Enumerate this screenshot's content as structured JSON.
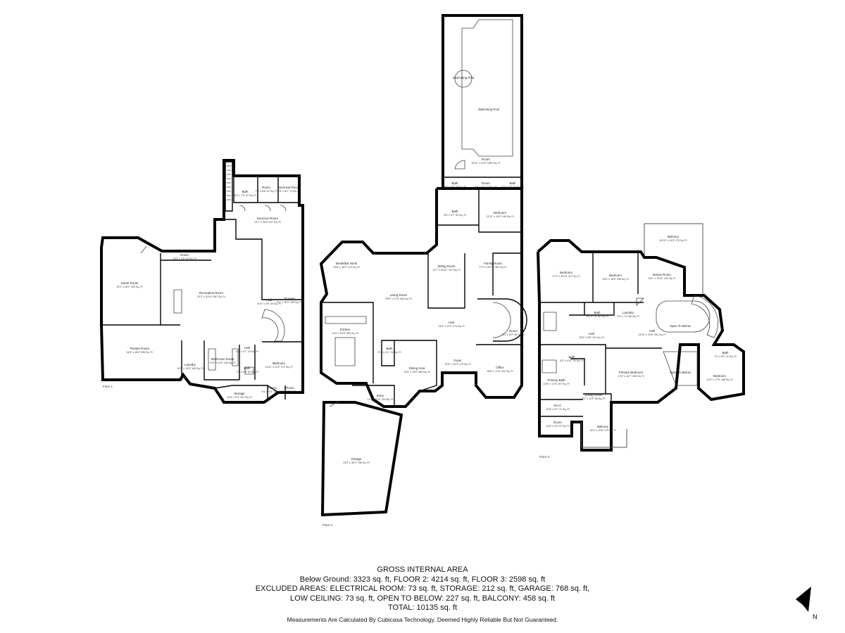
{
  "floors": [
    {
      "label": "Floor 1",
      "rooms": [
        {
          "name": "Game Room",
          "dims": "19'1\" x 26'1\" 493 Sq. Ft"
        },
        {
          "name": "Theatre Room",
          "dims": "24'5\" x 16'6\" 398 Sq. Ft"
        },
        {
          "name": "Recreation Room",
          "dims": "32'1\" x 33'10\" 867 Sq. Ft"
        },
        {
          "name": "Exercise Room",
          "dims": "24'7\" x 30'5\" 517 Sq. Ft"
        },
        {
          "name": "Room",
          "dims": "19'3\" x 2'6\" 43 Sq. Ft"
        },
        {
          "name": "Room",
          "dims": "7'6\" x 8'6\" 67 Sq. Ft"
        },
        {
          "name": "Electrical Room",
          "dims": "8'5\" x 8'1\" 73 Sq. Ft"
        },
        {
          "name": "Bath",
          "dims": "6'0\" x 7'5\" 47 Sq. Ft"
        },
        {
          "name": "Hall",
          "dims": "5'10\" x 3'9\" 20 Sq. Ft"
        },
        {
          "name": "Storage",
          "dims": "9'1\" x 10'0\" 105 Sq. Ft"
        },
        {
          "name": "Laundry",
          "dims": "10'5\" x 14'5\" 165 Sq. Ft"
        },
        {
          "name": "Workroom Room",
          "dims": "10'4\" x 11'0\" 109 Sq. Ft"
        },
        {
          "name": "Hall",
          "dims": "4'7\" x 3'7\" 15 Sq. Ft"
        },
        {
          "name": "Bath",
          "dims": "7'5\" x 9'8\" 64 Sq. Ft"
        },
        {
          "name": "Bedroom",
          "dims": "13'11\" x 12'3\" 171 Sq. Ft"
        },
        {
          "name": "Storage",
          "dims": "15'4\" x 9'4\" 107 Sq. Ft"
        },
        {
          "name": "Room",
          "dims": "4'4\" x 3'3\" 14 Sq. Ft"
        },
        {
          "name": "Room",
          "dims": "4'3\" x 3'3\" 13 Sq. Ft"
        }
      ]
    },
    {
      "label": "Floor 2",
      "rooms": [
        {
          "name": "Swimming Pool",
          "dims": ""
        },
        {
          "name": "Swimming Pool",
          "dims": ""
        },
        {
          "name": "Room",
          "dims": "34'11\" x 31'9\" 1087 Sq. Ft"
        },
        {
          "name": "Bath",
          "dims": "5'5\" x 8'6\" 46 Sq. Ft"
        },
        {
          "name": "Room",
          "dims": "6'5\" x 5'1\" 33 Sq. Ft"
        },
        {
          "name": "Bath",
          "dims": "9'3\" x 5'3\" 44 Sq. Ft"
        },
        {
          "name": "Bath",
          "dims": "5'5\" x 4'7\" 25 Sq. Ft"
        },
        {
          "name": "Bedroom",
          "dims": "13'11\" x 10'9\" 149 Sq. Ft"
        },
        {
          "name": "Breakfast Nook",
          "dims": "15'6\" x 16'3\" 213 Sq. Ft"
        },
        {
          "name": "Living Room",
          "dims": "28'9\" x 27'4\" 944 Sq. Ft"
        },
        {
          "name": "Sitting Room",
          "dims": "12'7\" x 28'11\" 327 Sq. Ft"
        },
        {
          "name": "Family Room",
          "dims": "17'2\" x 20'10\" 361 Sq. Ft"
        },
        {
          "name": "Kitchen",
          "dims": "21'0\" x 29'9\" 450 Sq. Ft"
        },
        {
          "name": "Hall",
          "dims": "24'9\" x 12'3\" 274 Sq. Ft"
        },
        {
          "name": "Room",
          "dims": "6'1\" x 6'4\" 35 Sq. Ft"
        },
        {
          "name": "Bath",
          "dims": "5'1\" x 4'11\" 23 Sq. Ft"
        },
        {
          "name": "Dining Area",
          "dims": "14'5\" x 19'6\" 260 Sq. Ft"
        },
        {
          "name": "Foyer",
          "dims": "13'9\" x 15'0\" 179 Sq. Ft"
        },
        {
          "name": "Office",
          "dims": "16'6\" x 17'5\" 224 Sq. Ft"
        },
        {
          "name": "Entry",
          "dims": "14'3\" x 9'11\" 118 Sq. Ft"
        },
        {
          "name": "Garage",
          "dims": "24'3\" x 35'9\" 768 Sq. Ft"
        }
      ]
    },
    {
      "label": "Floor 3",
      "rooms": [
        {
          "name": "Balcony",
          "dims": "16'10\" x 24'0\" 279 Sq. Ft"
        },
        {
          "name": "Bedroom",
          "dims": "17'3\" x 20'10\" 317 Sq. Ft"
        },
        {
          "name": "Bedroom",
          "dims": "14'6\" x 16'5\" 208 Sq. Ft"
        },
        {
          "name": "Bonus Room",
          "dims": "14'2\" x 13'11\" 192 Sq. Ft"
        },
        {
          "name": "Bath",
          "dims": "9'6\" x 7'4\" 62 Sq. Ft"
        },
        {
          "name": "Laundry",
          "dims": "9'4\" x 7'4\" 66 Sq. Ft"
        },
        {
          "name": "Hall",
          "dims": "24'0\" x 5'6\" 131 Sq. Ft"
        },
        {
          "name": "Hall",
          "dims": "14'10\" x 19'6\" 251 Sq. Ft"
        },
        {
          "name": "Open To Below",
          "dims": ""
        },
        {
          "name": "Bath",
          "dims": "8'3\" x 4'11\" 31 Sq. Ft"
        },
        {
          "name": "Primary Bath",
          "dims": "12'8\" x 17'8\" 207 Sq. Ft"
        },
        {
          "name": "Primary Bedroom",
          "dims": "17'6\" x 16'7\" 269 Sq. Ft"
        },
        {
          "name": "Open To Below",
          "dims": ""
        },
        {
          "name": "Bath",
          "dims": "7'1\" x 5'1\" 41 Sq. Ft"
        },
        {
          "name": "Bedroom",
          "dims": "14'6\" x 17'5\" 188 Sq. Ft"
        },
        {
          "name": "Sitting Room",
          "dims": "9'1\" x 11'9\" 98 Sq. Ft"
        },
        {
          "name": "W.I.C",
          "dims": "12'8\" x 5'7\" 71 Sq. Ft"
        },
        {
          "name": "Room",
          "dims": "12'8\" x 4'6\" 57 Sq. Ft"
        },
        {
          "name": "Balcony",
          "dims": "14'0\" x 15'6\" 179 Sq. Ft"
        }
      ]
    }
  ],
  "summary": {
    "title": "GROSS INTERNAL AREA",
    "line1": "Below Ground: 3323 sq. ft, FLOOR 2: 4214 sq. ft, FLOOR 3: 2598 sq. ft",
    "line2": "EXCLUDED AREAS: ELECTRICAL ROOM: 73 sq. ft, STORAGE: 212 sq. ft, GARAGE: 768 sq. ft,",
    "line3": "LOW CEILING: 73 sq. ft, OPEN TO BELOW: 227 sq. ft, BALCONY: 458 sq. ft",
    "line4": "TOTAL: 10135 sq. ft",
    "note": "Measurements Are Calculated By Cubicasa Technology. Deemed Highly Reliable But Not Guaranteed."
  },
  "compass": {
    "label": "N"
  }
}
